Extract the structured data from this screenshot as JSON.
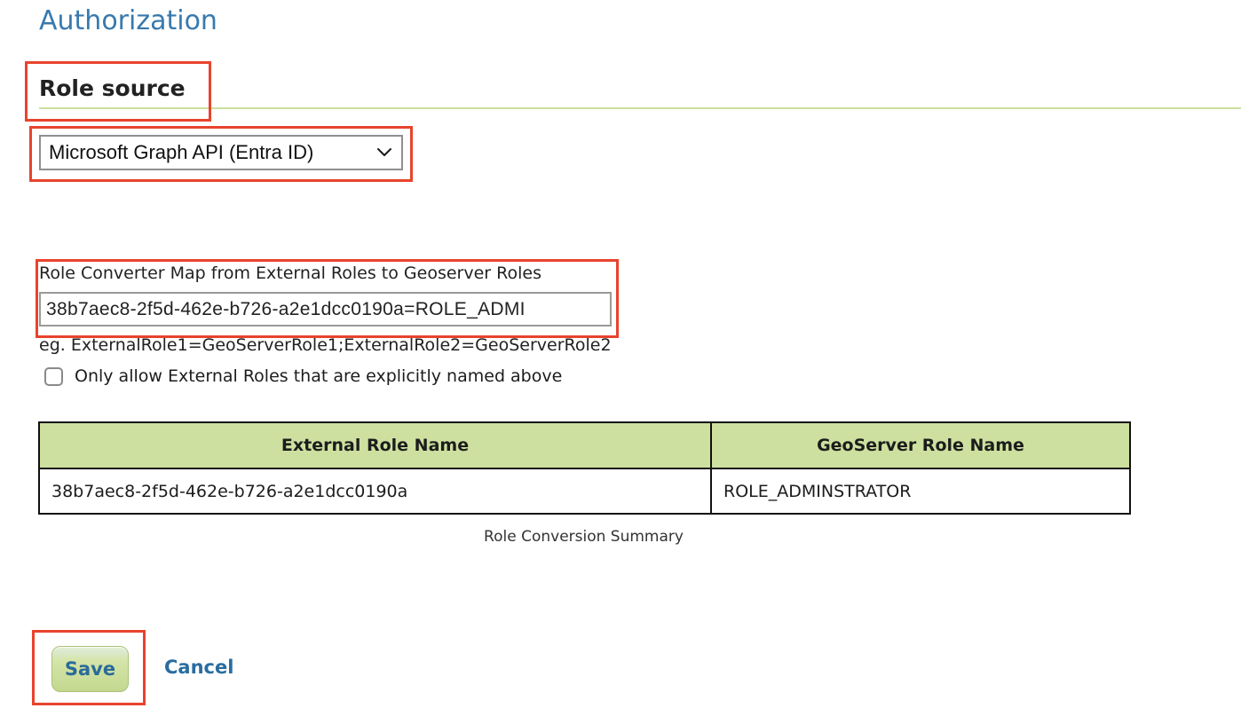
{
  "page": {
    "title": "Authorization"
  },
  "role_source": {
    "heading": "Role source",
    "selected_option": "Microsoft Graph API (Entra ID)"
  },
  "converter": {
    "label": "Role Converter Map from External Roles to Geoserver Roles",
    "input_value": "38b7aec8-2f5d-462e-b726-a2e1dcc0190a=ROLE_ADMI",
    "hint": "eg. ExternalRole1=GeoServerRole1;ExternalRole2=GeoServerRole2",
    "checkbox_label": "Only allow External Roles that are explicitly named above",
    "checkbox_checked": false
  },
  "summary_table": {
    "headers": [
      "External Role Name",
      "GeoServer Role Name"
    ],
    "rows": [
      [
        "38b7aec8-2f5d-462e-b726-a2e1dcc0190a",
        "ROLE_ADMINSTRATOR"
      ]
    ],
    "caption": "Role Conversion Summary"
  },
  "actions": {
    "save_label": "Save",
    "cancel_label": "Cancel"
  },
  "icons": {
    "select_chevron": "chevron-down-icon"
  },
  "colors": {
    "title_blue": "#3879ae",
    "link_blue": "#2a6da0",
    "section_rule_green": "#cbdf9d",
    "table_header_green": "#cde09f",
    "annotation_red": "#e8432d",
    "save_gradient_top": "#e9f2cd",
    "save_gradient_bottom": "#c3d88e"
  }
}
